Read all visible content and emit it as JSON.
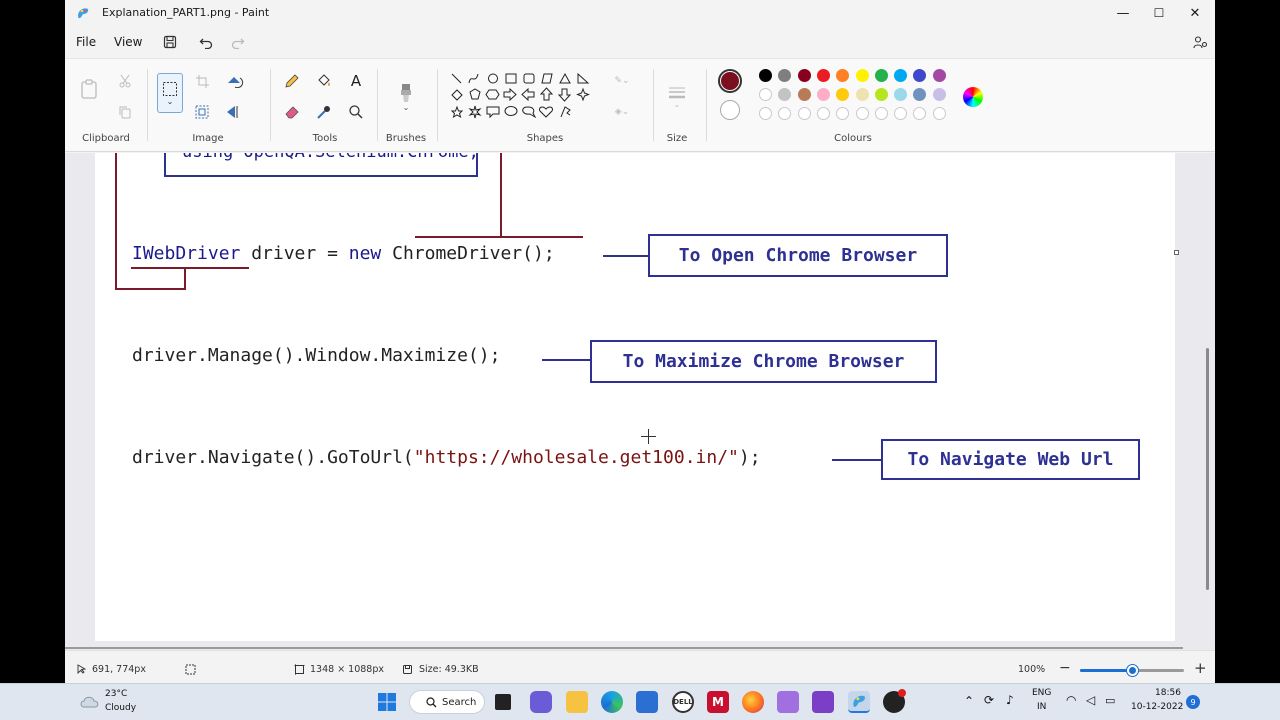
{
  "window": {
    "title": "Explanation_PART1.png - Paint",
    "minimize": "—",
    "maximize": "☐",
    "close": "✕"
  },
  "menu": {
    "file": "File",
    "view": "View"
  },
  "ribbon": {
    "groups": {
      "clipboard": "Clipboard",
      "image": "Image",
      "tools": "Tools",
      "brushes": "Brushes",
      "shapes": "Shapes",
      "size": "Size",
      "colours": "Colours"
    },
    "selected_colour": "#7a0f1f",
    "palette_row1": [
      "#000000",
      "#7f7f7f",
      "#88001b",
      "#ec1c24",
      "#ff7f27",
      "#fff200",
      "#22b14c",
      "#00a8f3",
      "#3f48cc",
      "#a349a4"
    ],
    "palette_row2": [
      "#ffffff",
      "#c3c3c3",
      "#b97a57",
      "#ffaec9",
      "#ffc90e",
      "#eee3af",
      "#b5e61d",
      "#99d9ea",
      "#7092be",
      "#c8bfe7"
    ],
    "palette_row3_count": 10
  },
  "canvas": {
    "top_line": "using OpenQA.Selenium.Chrome;",
    "line1": {
      "type": "IWebDriver",
      "rest_a": " driver = ",
      "kw": "new",
      "rest_b": " ChromeDriver();"
    },
    "line2": "driver.Manage().Window.Maximize();",
    "line3": {
      "prefix": "driver.Navigate().GoToUrl(",
      "url": "\"https://wholesale.get100.in/\"",
      "suffix": ");"
    },
    "callouts": {
      "open": "To Open Chrome Browser",
      "maximize": "To Maximize Chrome Browser",
      "navigate": "To Navigate Web Url"
    }
  },
  "status": {
    "cursor": "691, 774px",
    "dimensions": "1348 × 1088px",
    "size": "Size: 49.3KB",
    "zoom": "100%",
    "zoom_level": 0.5
  },
  "taskbar": {
    "weather_temp": "23°C",
    "weather_desc": "Cloudy",
    "search": "Search",
    "lang1": "ENG",
    "lang2": "IN",
    "time": "18:56",
    "date": "10-12-2022",
    "notifications": "9"
  }
}
